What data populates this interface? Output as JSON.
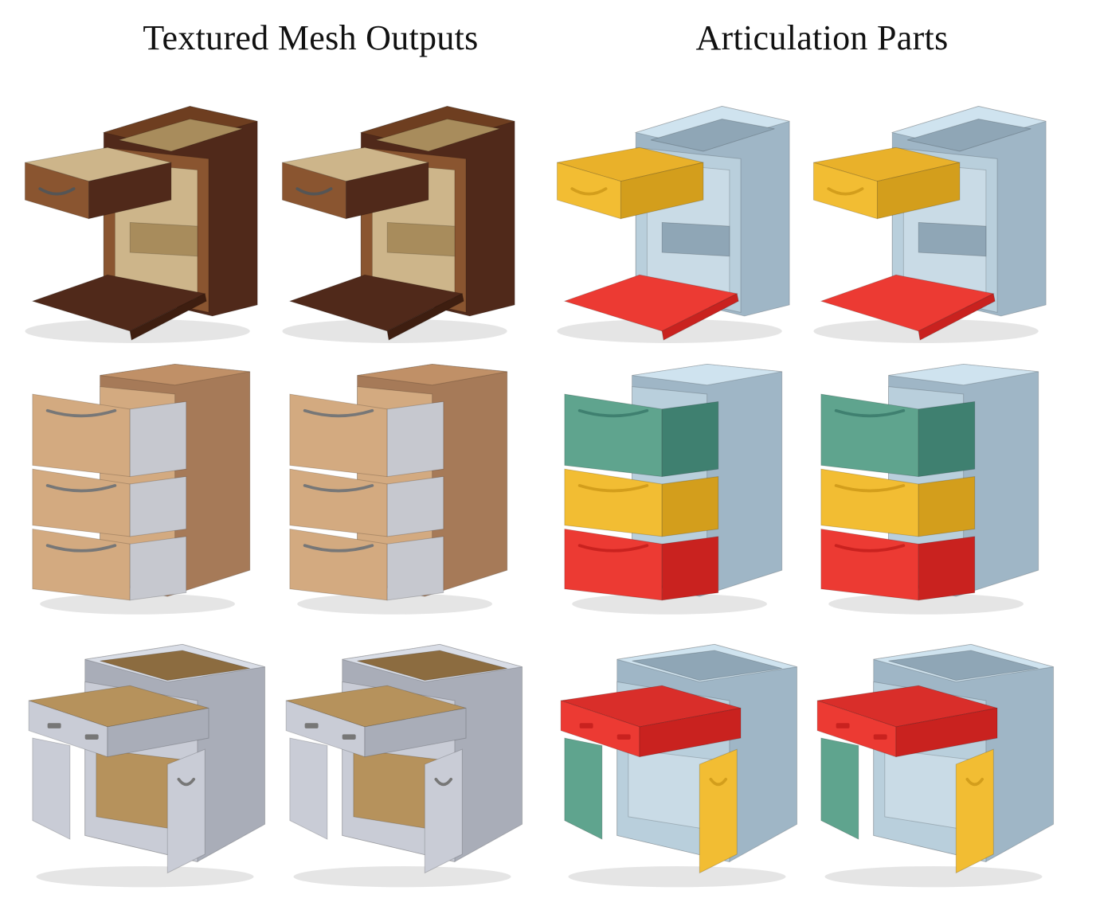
{
  "headers": {
    "left": "Textured Mesh Outputs",
    "right": "Articulation Parts"
  },
  "palette": {
    "walnut": [
      "#6e3e20",
      "#50291a",
      "#8a5530",
      "#cdb58a",
      "#a88c5c",
      "#3e1e10"
    ],
    "oak": [
      "#c09067",
      "#a67a58",
      "#d3aa80",
      "#c6c8cf",
      "#9c9ea8",
      "#4a3a2a"
    ],
    "metal": [
      "#d9dde6",
      "#a9adb8",
      "#c9ccd6",
      "#b6925c",
      "#8c6c40",
      "#3a3028"
    ],
    "base": [
      "#cfe3ef",
      "#9fb6c6",
      "#b9cfdc",
      "#c9dbe6",
      "#8fa6b6",
      "#6b8797"
    ],
    "yellow": [
      "#f2bd33",
      "#d39e1c",
      "#e9b12a"
    ],
    "red": [
      "#ec3a33",
      "#c9221f",
      "#d92e2a"
    ],
    "green": [
      "#5fa48e",
      "#3f8070",
      "#4e9480"
    ]
  },
  "cells": [
    {
      "id": "r1-textured-a",
      "model": "drawer-flap",
      "style": "walnut"
    },
    {
      "id": "r1-textured-b",
      "model": "drawer-flap",
      "style": "walnut"
    },
    {
      "id": "r1-parts-a",
      "model": "drawer-flap",
      "style": "parts"
    },
    {
      "id": "r1-parts-b",
      "model": "drawer-flap",
      "style": "parts"
    },
    {
      "id": "r2-textured-a",
      "model": "three-drawer",
      "style": "oak"
    },
    {
      "id": "r2-textured-b",
      "model": "three-drawer",
      "style": "oak"
    },
    {
      "id": "r2-parts-a",
      "model": "three-drawer",
      "style": "parts"
    },
    {
      "id": "r2-parts-b",
      "model": "three-drawer",
      "style": "parts"
    },
    {
      "id": "r3-textured-a",
      "model": "drawer-doors",
      "style": "metal"
    },
    {
      "id": "r3-textured-b",
      "model": "drawer-doors",
      "style": "metal"
    },
    {
      "id": "r3-parts-a",
      "model": "drawer-doors",
      "style": "parts"
    },
    {
      "id": "r3-parts-b",
      "model": "drawer-doors",
      "style": "parts"
    }
  ]
}
